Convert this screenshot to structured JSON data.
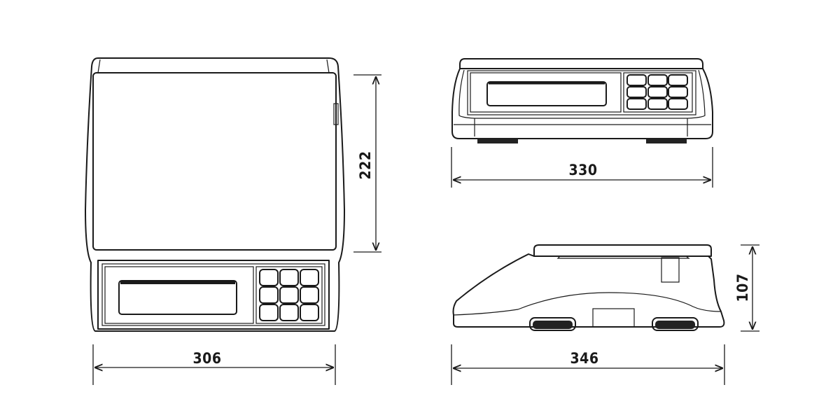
{
  "title": "Scale dimensional drawing",
  "dimensions": {
    "top_view_width": "306",
    "top_view_depth": "222",
    "front_view_width": "330",
    "side_view_length": "346",
    "side_view_height": "107"
  },
  "colors": {
    "line": "#1a1a1a",
    "background": "#ffffff"
  }
}
